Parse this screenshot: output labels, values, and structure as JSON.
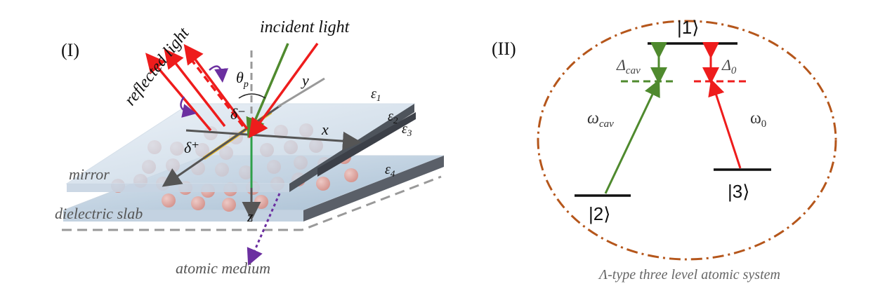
{
  "panel1": {
    "label": "(I)",
    "labels": {
      "incident": "incident light",
      "reflected": "reflected light",
      "theta": "θ",
      "theta_sub": "p",
      "delta_minus": "δ⁻",
      "delta_plus": "δ⁺",
      "x": "x",
      "y": "y",
      "z": "z",
      "eps1": "ε",
      "eps1_sub": "1",
      "eps2": "ε",
      "eps2_sub": "2",
      "eps3": "ε",
      "eps3_sub": "3",
      "eps4": "ε",
      "eps4_sub": "4",
      "mirror": "mirror",
      "slab": "dielectric slab",
      "atomic": "atomic medium"
    }
  },
  "panel2": {
    "label": "(II)",
    "caption": "Λ-type three level atomic system",
    "levels": {
      "l1": "|1⟩",
      "l2": "|2⟩",
      "l3": "|3⟩"
    },
    "labels": {
      "delta_cav": "Δ",
      "delta_cav_sub": "cav",
      "delta_0": "Δ",
      "delta_0_sub": "0",
      "omega_cav": "ω",
      "omega_cav_sub": "cav",
      "omega_0": "ω",
      "omega_0_sub": "0"
    },
    "colors": {
      "green": "#4f8a2e",
      "red": "#ee1c1c",
      "circle": "#b5561b",
      "level": "#111111"
    }
  }
}
